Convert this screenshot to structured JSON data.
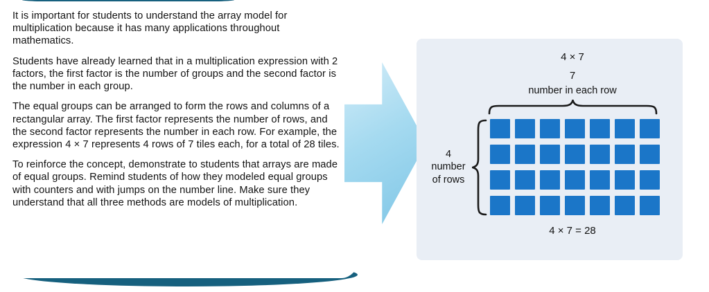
{
  "left_card": {
    "paragraphs": [
      "It is important for students to understand the array model for multiplication because it has many applications throughout mathematics.",
      "Students have already learned that in a multiplication expression with 2 factors, the first factor is the number of groups and the second factor is the number in each group.",
      "The equal groups can be arranged to form the rows and columns of a rectangular array. The first factor represents the number of rows, and the second factor represents the number in each row. For example, the expression 4 × 7 represents 4 rows of 7 tiles each, for a total of 28 tiles.",
      "To reinforce the concept, demonstrate to students that arrays are made of equal groups. Remind students of how they modeled equal groups with counters and with jumps on the number line. Make sure they understand that all three methods are models of multiplication."
    ]
  },
  "diagram": {
    "expression_top": "4 × 7",
    "column_count": "7",
    "column_label": "number in each row",
    "rows_label": [
      "4",
      "number",
      "of rows"
    ],
    "equation_bottom": "4 × 7 = 28",
    "grid": {
      "rows": 4,
      "cols": 7
    }
  },
  "colors": {
    "card_edge": "#16607e",
    "arrow_light": "#d2ecf8",
    "arrow_dark": "#7fc6e6",
    "panel_bg": "#e9eef5",
    "tile": "#1b76c8",
    "text": "#111111"
  }
}
